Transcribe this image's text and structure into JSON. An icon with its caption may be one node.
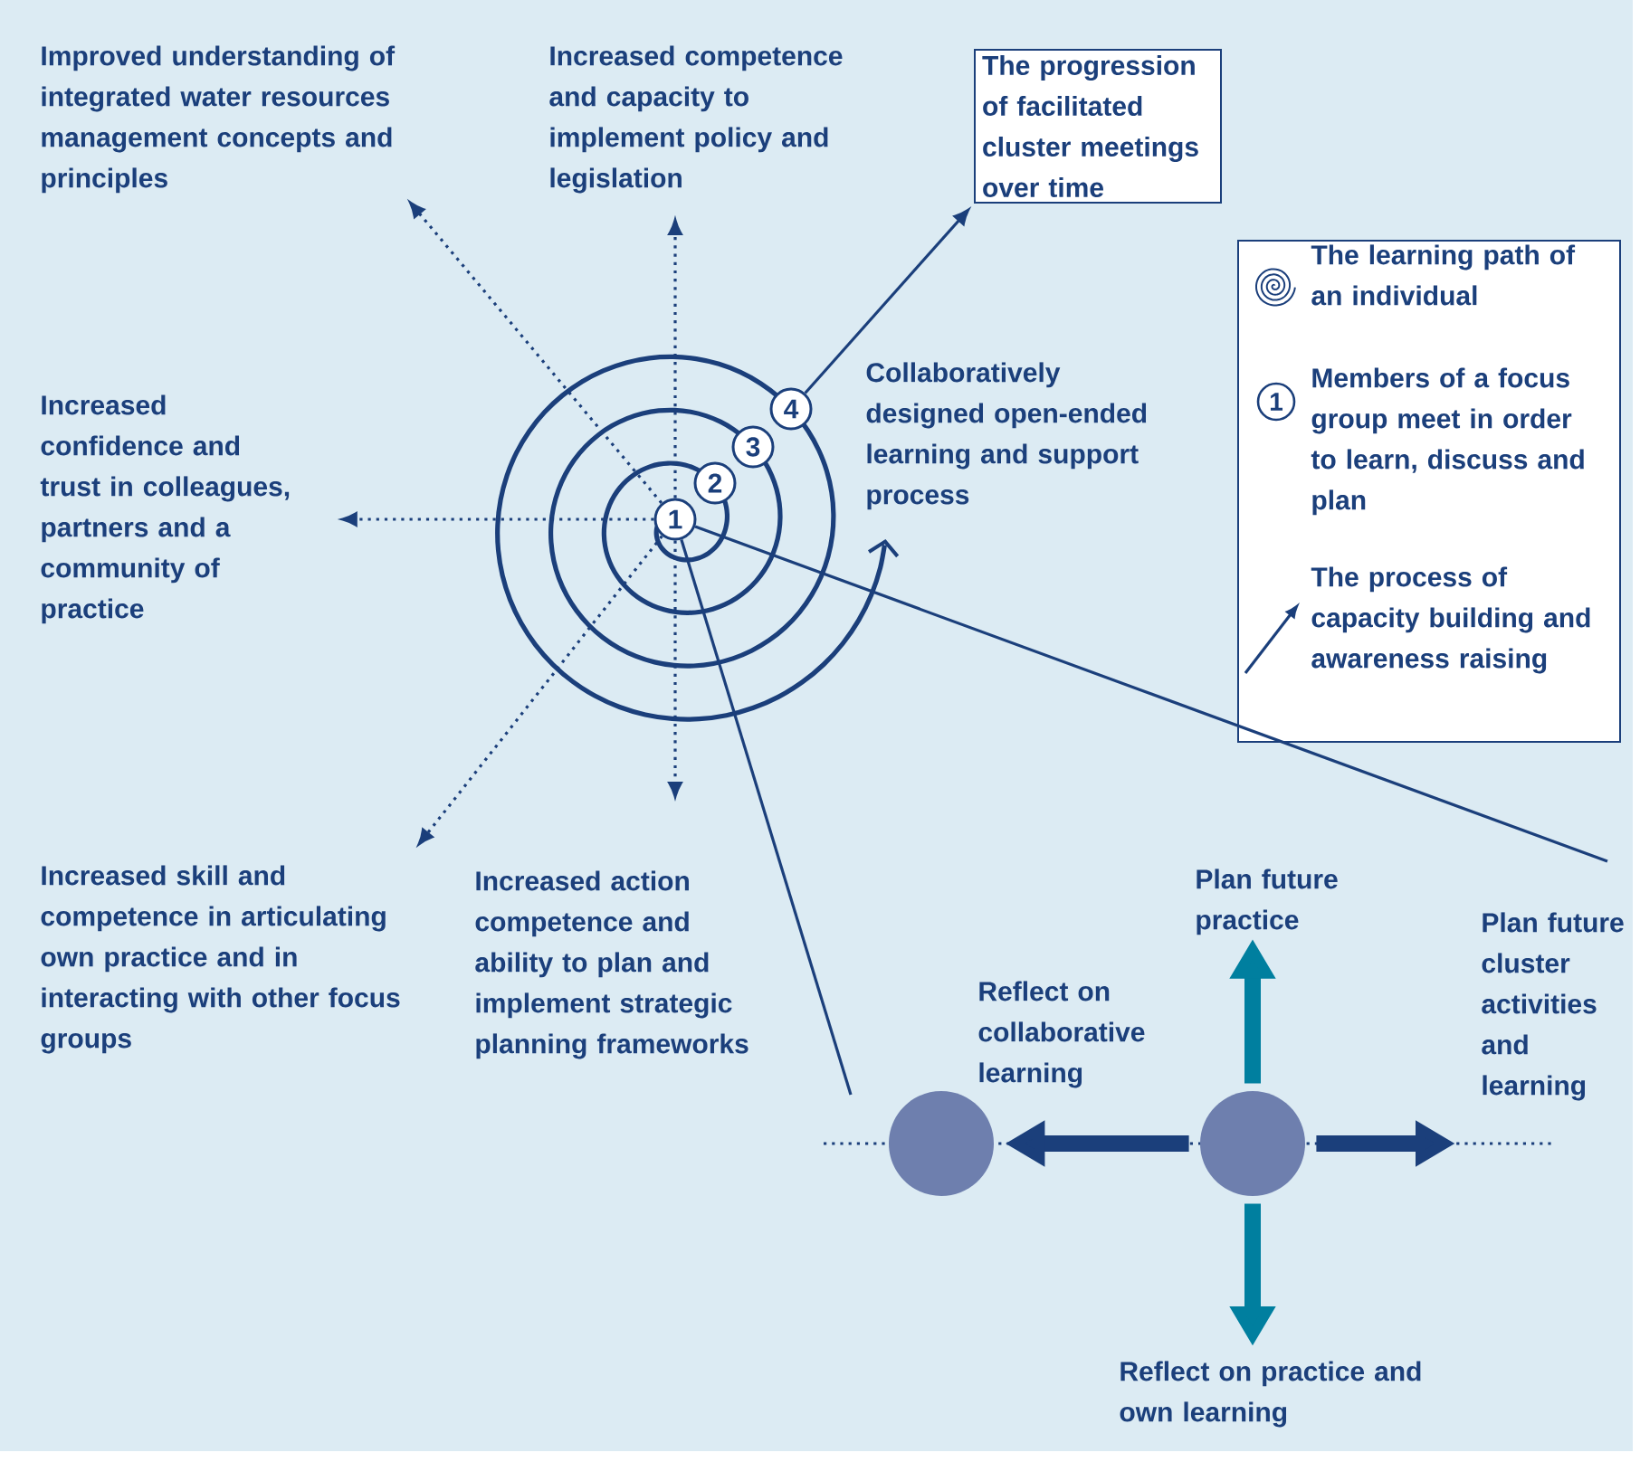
{
  "diagram": {
    "nodes": [
      {
        "text": [
          "Improved understanding of integrated water resources management concepts and principles"
        ]
      },
      {
        "text": [
          "Increased competence and capacity to implement policy and legislation"
        ]
      },
      {
        "text": [
          "The progression of facilitated cluster meetings over time"
        ]
      },
      {
        "text": [
          "Increased confidence and trust in colleagues, partners and a community of practice"
        ]
      },
      {
        "text": [
          "1"
        ]
      },
      {
        "text": [
          "2"
        ]
      },
      {
        "text": [
          "3"
        ]
      },
      {
        "text": [
          "4"
        ]
      },
      {
        "text": [
          "Increased skill and competence in articulating own practice and in interacting with other focus groups"
        ]
      },
      {
        "text": [
          "Increased action competence and ability to plan and implement strategic planning frameworks"
        ]
      },
      {
        "text": [
          "Plan future practice"
        ]
      },
      {
        "text": [
          "Reflect on collaborative learning"
        ]
      },
      {
        "text": [
          "Plan future cluster activities and learning"
        ]
      },
      {
        "text": [],
        "shape": "circle"
      },
      {
        "text": [],
        "shape": "circle"
      },
      {
        "text": [
          "Reflect on practice and own learning"
        ]
      }
    ],
    "edges": [
      {
        "from": 4,
        "to": 0,
        "arrow": "to",
        "style": "dashed"
      },
      {
        "from": 4,
        "to": 1,
        "arrow": "to",
        "style": "dashed"
      },
      {
        "from": 4,
        "to": 3,
        "arrow": "to",
        "style": "dashed"
      },
      {
        "from": 4,
        "to": 8,
        "arrow": "to",
        "style": "dashed"
      },
      {
        "from": 4,
        "to": 9,
        "arrow": "to",
        "style": "dashed"
      },
      {
        "from": 7,
        "to": 2,
        "arrow": "to"
      },
      {
        "from": 4,
        "to": null,
        "arrow": "none"
      },
      {
        "from": 4,
        "to": null,
        "arrow": "none"
      },
      {
        "from": 14,
        "to": 13,
        "arrow": "to",
        "style": "thick"
      },
      {
        "from": 14,
        "to": 10,
        "arrow": "to",
        "style": "thick",
        "color": "#007f9f"
      },
      {
        "from": 14,
        "to": 15,
        "arrow": "to",
        "style": "thick",
        "color": "#007f9f"
      },
      {
        "from": 14,
        "to": 12,
        "arrow": "to",
        "style": "thick"
      }
    ],
    "labels": [
      "Collaboratively designed open-ended learning and support process",
      "1"
    ],
    "legend": [
      {
        "text": "The learning path of an individual"
      },
      {
        "text": "Members of a focus group meet in order to learn, discuss and plan"
      },
      {
        "text": "The process of capacity building and awareness raising"
      }
    ]
  }
}
